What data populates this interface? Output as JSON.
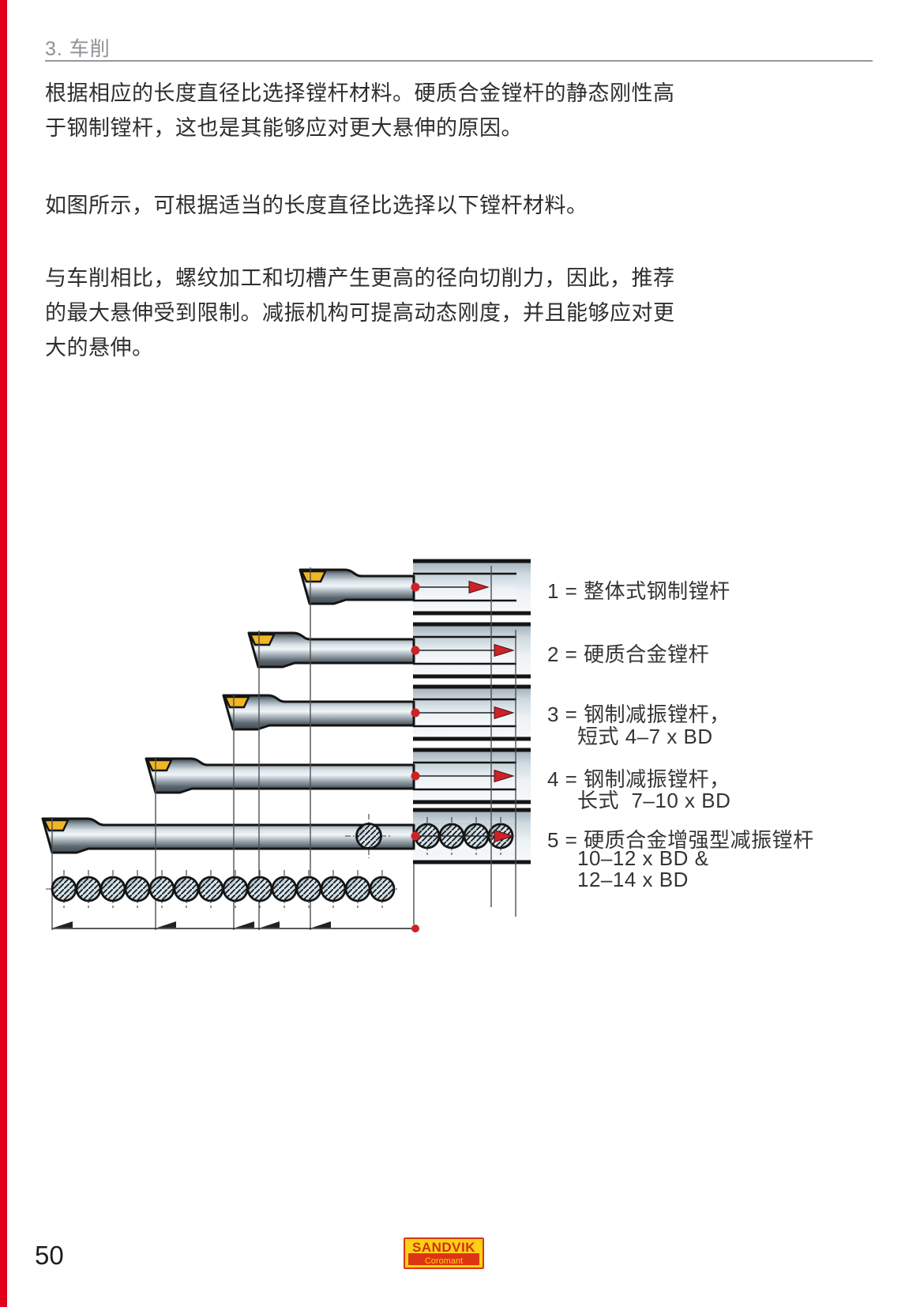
{
  "page": {
    "header": {
      "chapter_title": "3. 车削"
    },
    "paragraph1": {
      "line1": "根据相应的长度直径比选择镗杆材料。硬质合金镗杆的静态刚性高",
      "line2": "于钢制镗杆，这也是其能够应对更大悬伸的原因。"
    },
    "paragraph2": {
      "line1": "如图所示，可根据适当的长度直径比选择以下镗杆材料。"
    },
    "paragraph3": {
      "line1": "与车削相比，螺纹加工和切槽产生更高的径向切削力，因此，推荐",
      "line2": "的最大悬伸受到限制。减振机构可提高动态刚度，并且能够应对更",
      "line3": "大的悬伸。"
    },
    "page_number": "50",
    "logo": {
      "brand": "SANDVIK",
      "sub_brand": "Coromant"
    }
  },
  "diagram": {
    "legend": [
      {
        "label": "1 = 整体式钢制镗杆"
      },
      {
        "label": "2 = 硬质合金镗杆"
      },
      {
        "label": "3 = 钢制减振镗杆，",
        "sub1": "短式 4–7 x BD"
      },
      {
        "label": "4 = 钢制减振镗杆，",
        "sub1": "长式  7–10 x BD"
      },
      {
        "label": "5 = 硬质合金增强型减振镗杆",
        "sub1": "10–12 x BD &",
        "sub2": "12–14 x BD"
      }
    ],
    "unit_label": "BD",
    "bar_count": 5,
    "diameter_units_shown": 14,
    "colors": {
      "insert_yellow": "#f2b524",
      "marker_red": "#cc2328",
      "edge_red": "#e2001a",
      "outline_black": "#141414"
    }
  }
}
